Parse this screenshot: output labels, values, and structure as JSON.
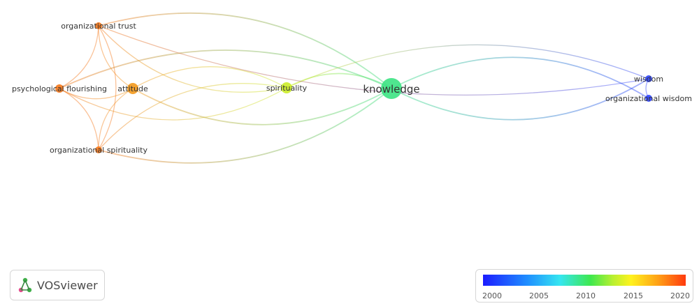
{
  "nodes": [
    {
      "id": "organizational-trust",
      "label": "organizational trust",
      "year": 2019
    },
    {
      "id": "psychological-flourishing",
      "label": "psychological flourishing",
      "year": 2019
    },
    {
      "id": "attitude",
      "label": "attitude",
      "year": 2018
    },
    {
      "id": "spirituality",
      "label": "spirituality",
      "year": 2014
    },
    {
      "id": "knowledge",
      "label": "knowledge",
      "year": 2010
    },
    {
      "id": "organizational-spirituality",
      "label": "organizational spirituality",
      "year": 2019
    },
    {
      "id": "wisdom",
      "label": "wisdom",
      "year": 2001
    },
    {
      "id": "organizational-wisdom",
      "label": "organizational wisdom",
      "year": 2001
    }
  ],
  "links": [
    [
      "organizational-trust",
      "psychological-flourishing"
    ],
    [
      "organizational-trust",
      "attitude"
    ],
    [
      "organizational-trust",
      "organizational-spirituality"
    ],
    [
      "organizational-trust",
      "spirituality"
    ],
    [
      "organizational-trust",
      "knowledge"
    ],
    [
      "psychological-flourishing",
      "attitude"
    ],
    [
      "psychological-flourishing",
      "organizational-spirituality"
    ],
    [
      "psychological-flourishing",
      "spirituality"
    ],
    [
      "psychological-flourishing",
      "knowledge"
    ],
    [
      "attitude",
      "organizational-spirituality"
    ],
    [
      "attitude",
      "spirituality"
    ],
    [
      "attitude",
      "knowledge"
    ],
    [
      "organizational-spirituality",
      "spirituality"
    ],
    [
      "organizational-spirituality",
      "knowledge"
    ],
    [
      "spirituality",
      "knowledge"
    ],
    [
      "knowledge",
      "wisdom"
    ],
    [
      "knowledge",
      "organizational-wisdom"
    ],
    [
      "wisdom",
      "organizational-wisdom"
    ],
    [
      "spirituality",
      "wisdom"
    ],
    [
      "organizational-trust",
      "wisdom"
    ]
  ],
  "logo": {
    "text": "VOSviewer"
  },
  "legend": {
    "min_year": 2000,
    "max_year": 2021,
    "ticks": [
      "2000",
      "2005",
      "2010",
      "2015",
      "2020"
    ]
  },
  "colors": {
    "year_2000": "#2a2aff",
    "year_2005": "#33d6f2",
    "year_2010": "#3fe34a",
    "year_2015": "#f2ee22",
    "year_2020": "#f47a1a",
    "label": "#333333"
  }
}
